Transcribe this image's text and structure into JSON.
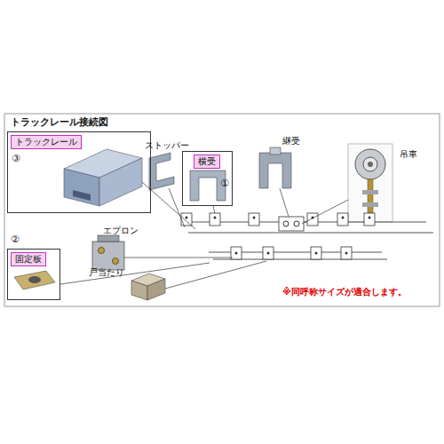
{
  "diagram": {
    "title": "トラックレール接続図",
    "nodes": [
      {
        "text": [
          "③"
        ]
      },
      {
        "text": [
          "トラックレール"
        ],
        "in": 0
      },
      {
        "text": [
          "②"
        ]
      },
      {
        "text": [
          "固定板"
        ],
        "in": 2
      },
      {
        "text": [
          "①"
        ]
      },
      {
        "text": [
          "横受"
        ],
        "in": 4
      }
    ],
    "labels": [
      "ストッパー",
      "継受",
      "吊車",
      "エプロン",
      "戸当たり",
      "※同呼称サイズが適合します。"
    ]
  }
}
